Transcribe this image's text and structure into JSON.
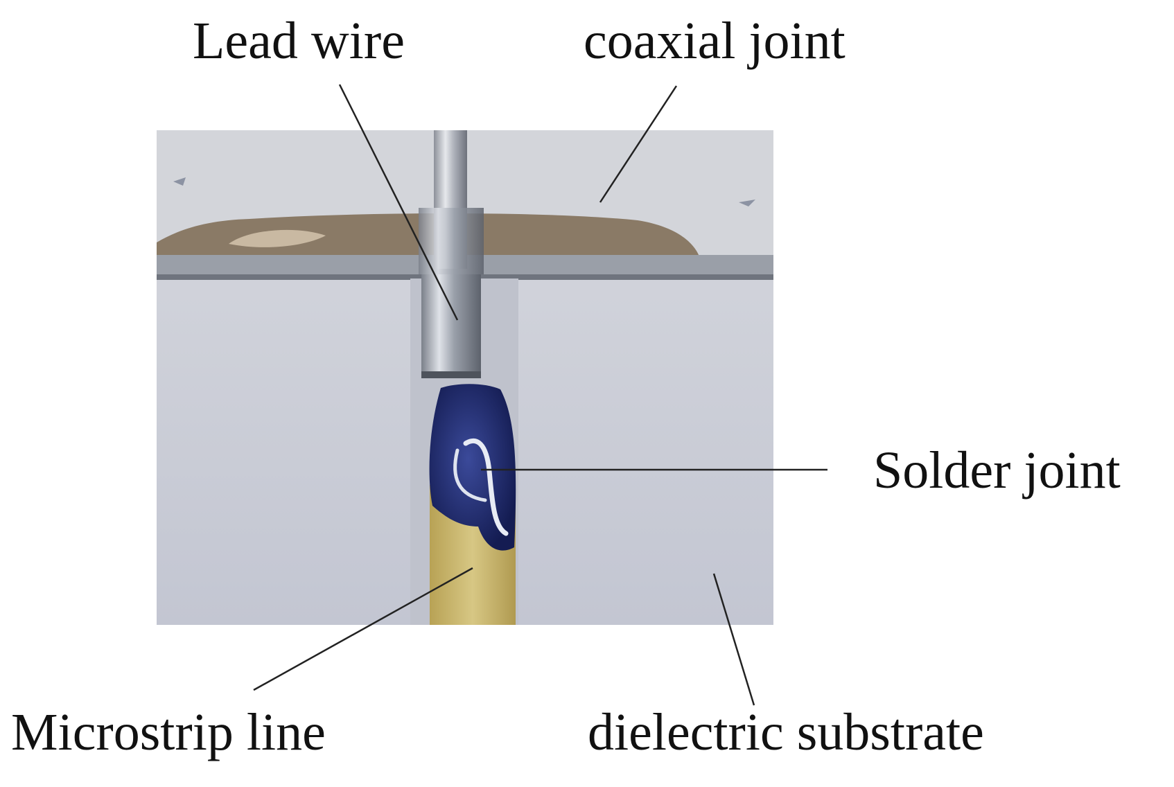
{
  "labels": {
    "lead_wire": "Lead wire",
    "coaxial_joint": "coaxial joint",
    "solder_joint": "Solder joint",
    "microstrip_line": "Microstrip line",
    "dielectric_substrate": "dielectric substrate"
  },
  "colors": {
    "background": "#ffffff",
    "substrate": "#c9ccd6",
    "ground_plate": "#8a7a66",
    "lead_wire": "#c7cbd2",
    "solder": "#1f2a6e",
    "microstrip": "#c9b56a",
    "text": "#111111"
  }
}
